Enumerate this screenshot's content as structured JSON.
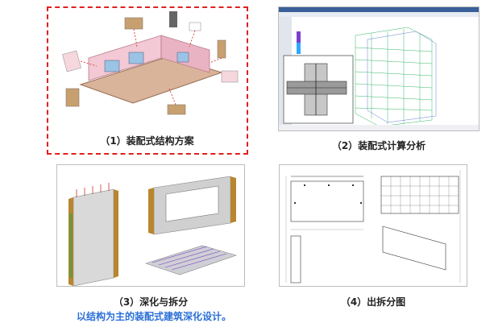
{
  "panels": [
    {
      "caption": "（1）装配式结构方案"
    },
    {
      "caption": "（2）装配式计算分析"
    },
    {
      "caption": "（3）深化与拆分"
    },
    {
      "caption": "（4）出拆分图"
    }
  ],
  "footer": {
    "text": "以结构为主的装配式建筑深化设计。"
  },
  "colors": {
    "highlight_border": "#e02020",
    "footer_text": "#2a6fd6",
    "panel_border": "#bdbdbd"
  }
}
